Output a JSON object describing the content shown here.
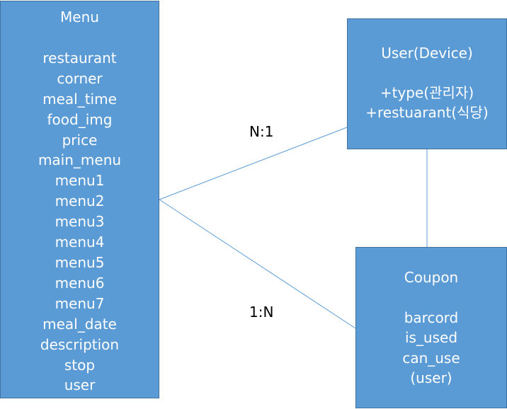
{
  "colors": {
    "entity_fill": "#5b9bd5",
    "entity_border": "#41719c",
    "entity_text": "#ffffff",
    "connector": "#5b9bd5",
    "label_text": "#000000"
  },
  "entities": {
    "menu": {
      "title": "Menu",
      "fields": [
        "restaurant",
        "corner",
        "meal_time",
        "food_img",
        "price",
        "main_menu",
        "menu1",
        "menu2",
        "menu3",
        "menu4",
        "menu5",
        "menu6",
        "menu7",
        "meal_date",
        "description",
        "stop",
        "user"
      ]
    },
    "user": {
      "title": "User(Device)",
      "fields": [
        "+type(관리자)",
        "+restuarant(식당)"
      ]
    },
    "coupon": {
      "title": "Coupon",
      "fields": [
        "barcord",
        "is_used",
        "can_use",
        "(user)"
      ]
    }
  },
  "relations": {
    "menu_user": "N:1",
    "menu_coupon": "1:N"
  }
}
